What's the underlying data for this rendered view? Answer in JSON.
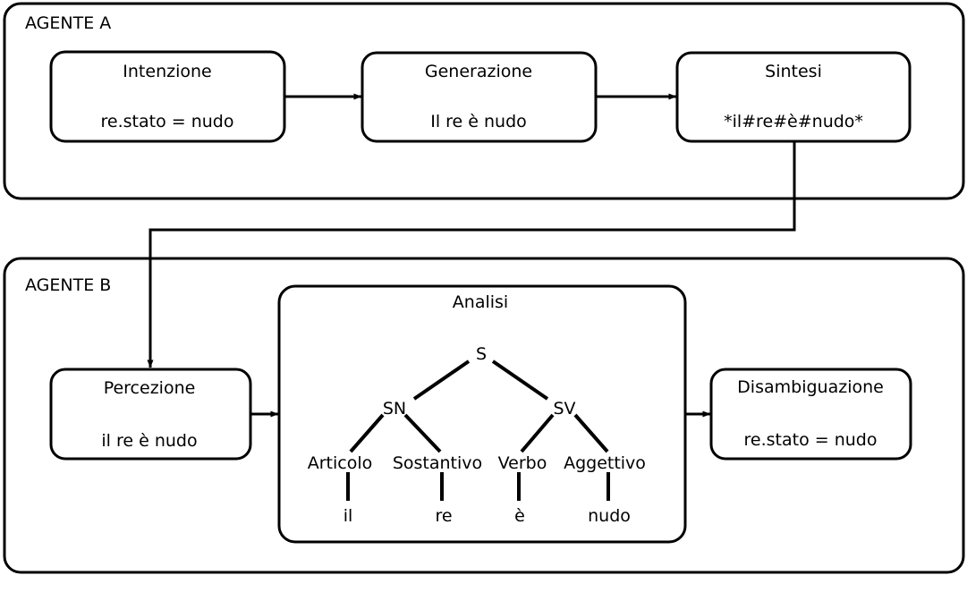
{
  "diagram": {
    "agents": [
      {
        "id": "agente-a",
        "title": "AGENTE A",
        "boxes": [
          {
            "id": "intenzione",
            "title": "Intenzione",
            "content": "re.stato = nudo"
          },
          {
            "id": "generazione",
            "title": "Generazione",
            "content": "Il re è nudo"
          },
          {
            "id": "sintesi",
            "title": "Sintesi",
            "content": "*il#re#è#nudo*"
          }
        ]
      },
      {
        "id": "agente-b",
        "title": "AGENTE B",
        "boxes": [
          {
            "id": "percezione",
            "title": "Percezione",
            "content": "il re è nudo"
          },
          {
            "id": "analisi",
            "title": "Analisi",
            "content": ""
          },
          {
            "id": "disambiguazione",
            "title": "Disambiguazione",
            "content": "re.stato = nudo"
          }
        ]
      }
    ],
    "parse_tree": {
      "root": "S",
      "nodes": [
        {
          "id": "s",
          "label": "S"
        },
        {
          "id": "sn",
          "label": "SN"
        },
        {
          "id": "sv",
          "label": "SV"
        },
        {
          "id": "articolo",
          "label": "Articolo"
        },
        {
          "id": "sostantivo",
          "label": "Sostantivo"
        },
        {
          "id": "verbo",
          "label": "Verbo"
        },
        {
          "id": "aggettivo",
          "label": "Aggettivo"
        }
      ],
      "leaves": [
        {
          "id": "leaf-il",
          "label": "il"
        },
        {
          "id": "leaf-re",
          "label": "re"
        },
        {
          "id": "leaf-e",
          "label": "è"
        },
        {
          "id": "leaf-nudo",
          "label": "nudo"
        }
      ]
    },
    "colors": {
      "stroke": "#000000",
      "background": "#ffffff"
    }
  }
}
